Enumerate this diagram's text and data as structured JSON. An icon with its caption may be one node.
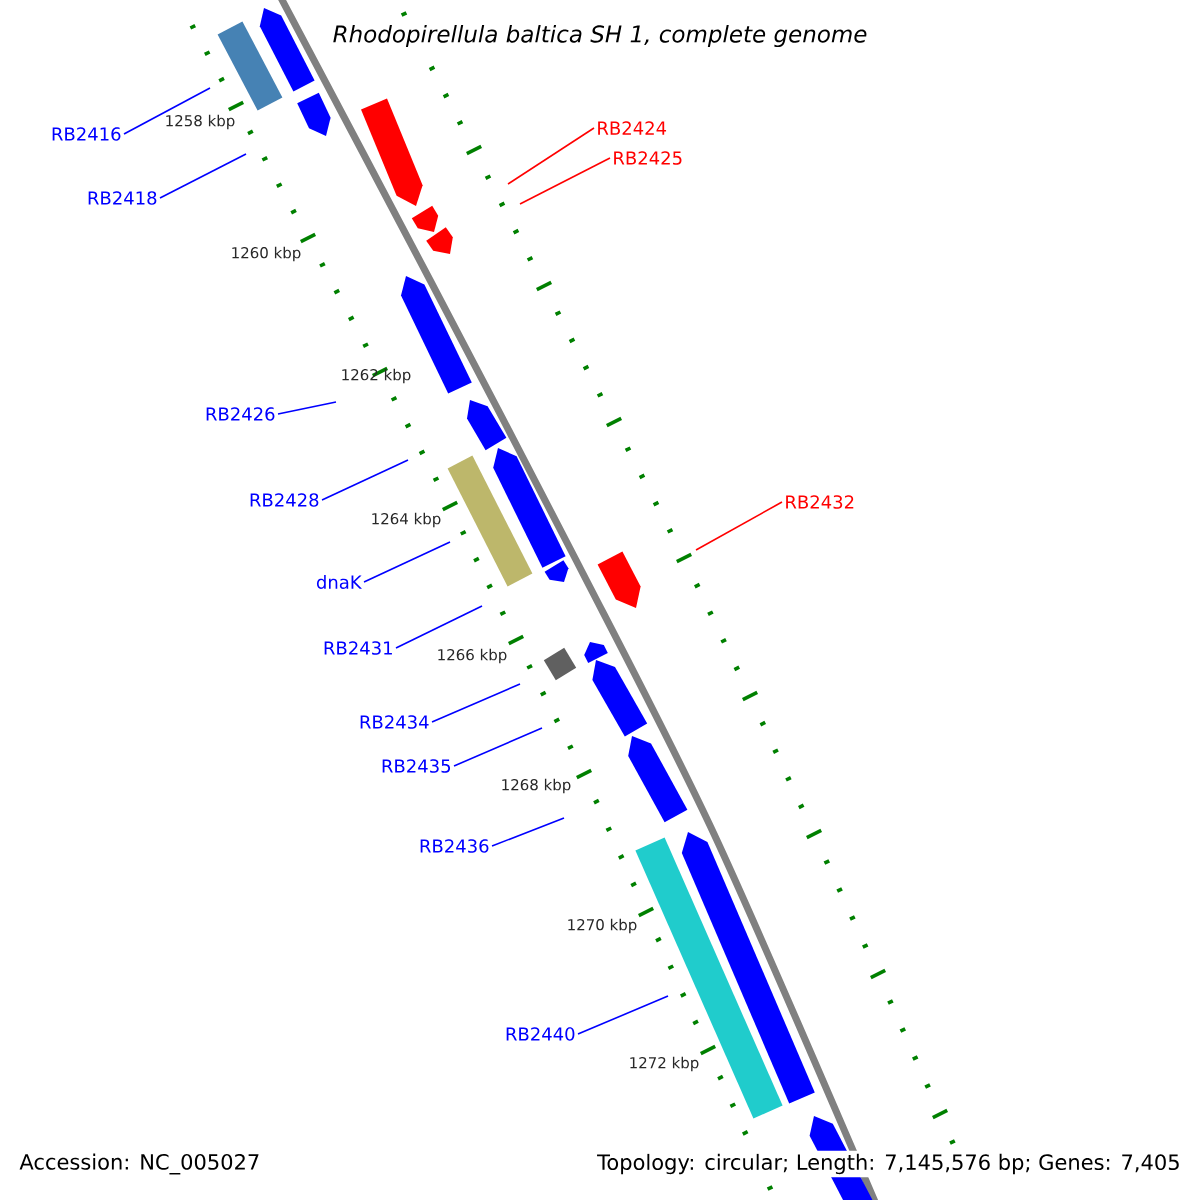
{
  "diagram": {
    "title": "Rhodopirellula baltica SH 1, complete genome",
    "nodes": [
      {
        "text": [
          "RB2424"
        ]
      },
      {
        "text": [
          "RB2416"
        ]
      },
      {
        "text": [
          "RB2425"
        ]
      },
      {
        "text": [
          "RB2418"
        ]
      },
      {
        "text": [
          "RB2426"
        ]
      },
      {
        "text": [
          "RB2428"
        ]
      },
      {
        "text": [
          "RB2432"
        ]
      },
      {
        "text": [
          "dnaK"
        ]
      },
      {
        "text": [
          "RB2431"
        ]
      },
      {
        "text": [
          "RB2434"
        ]
      },
      {
        "text": [
          "RB2435"
        ]
      },
      {
        "text": [
          "RB2436"
        ]
      },
      {
        "text": [
          "RB2440"
        ]
      }
    ],
    "edges": [
      {
        "from": 0,
        "to": null,
        "arrow": "none",
        "color": "#ff0000"
      },
      {
        "from": 1,
        "to": null,
        "arrow": "none"
      },
      {
        "from": 2,
        "to": null,
        "arrow": "none",
        "color": "#ff0000"
      },
      {
        "from": 3,
        "to": null,
        "arrow": "none"
      },
      {
        "from": 4,
        "to": null,
        "arrow": "none"
      },
      {
        "from": 5,
        "to": null,
        "arrow": "none"
      },
      {
        "from": 6,
        "to": null,
        "arrow": "none",
        "color": "#ff0000"
      },
      {
        "from": 7,
        "to": null,
        "arrow": "none"
      },
      {
        "from": 8,
        "to": null,
        "arrow": "none"
      },
      {
        "from": 9,
        "to": null,
        "arrow": "none"
      },
      {
        "from": 10,
        "to": null,
        "arrow": "none"
      },
      {
        "from": 11,
        "to": null,
        "arrow": "none"
      },
      {
        "from": 12,
        "to": null,
        "arrow": "none"
      }
    ],
    "labels": [
      "1258 kbp",
      "1260 kbp",
      "1262 kbp",
      "1264 kbp",
      "1266 kbp",
      "1268 kbp",
      "1270 kbp",
      "1272 kbp",
      "Accession: NC_005027",
      "Topology: circular; Length: 7,145,576 bp; Genes: 7,405"
    ]
  }
}
